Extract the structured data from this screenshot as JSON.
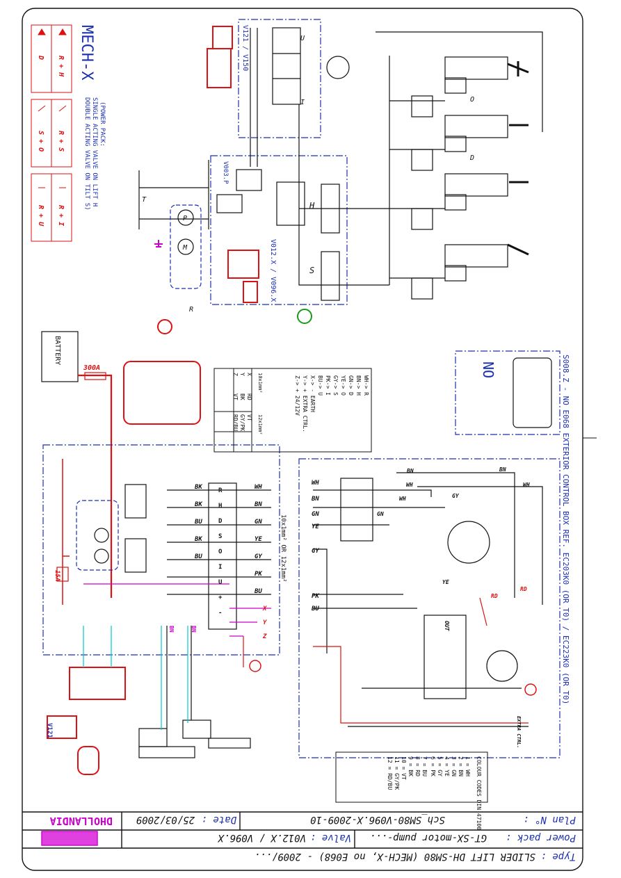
{
  "legend": {
    "title": "MECH-X",
    "note_lines": [
      "(POWER PACK:",
      "SINGLE ACTING VALVE ON LIFT H",
      "DOUBLE ACTING VALVE ON TILT S)"
    ],
    "buttons": [
      "R + H",
      "D",
      "R + S",
      "S + O",
      "R + I",
      "R + U"
    ]
  },
  "valve_labels": [
    "V121 / V150",
    "V003.P",
    "V012.X / V096.X",
    "V121"
  ],
  "component_labels": [
    "BATTERY",
    "300A",
    "15A",
    "R",
    "H",
    "S",
    "U",
    "I",
    "O",
    "D",
    "T",
    "P",
    "M",
    "NO",
    "OUT",
    "EXTRA CTRL."
  ],
  "wire_map": {
    "mapping": [
      "WH-> R",
      "BN-> H",
      "GN-> D",
      "YE-> O",
      "GY-> S",
      "PK-> I",
      "BU-> U",
      "X-> - EARTH",
      "Y-> + EXTRA CTRL.",
      "Z-> + 24/12V"
    ],
    "table_head": [
      "",
      "10x1mm²",
      "12x1mm²"
    ],
    "table_rows": [
      [
        "X",
        "RD",
        "VT"
      ],
      [
        "Y",
        "BK",
        "GY/PK"
      ],
      [
        "Z",
        "VT",
        "RD/BU"
      ]
    ]
  },
  "harness": {
    "left_colors": [
      "BK",
      "BK",
      "BU",
      "BK",
      "BU",
      "",
      ""
    ],
    "right_colors": [
      "WH",
      "BN",
      "GN",
      "YE",
      "GY",
      "PK",
      "BU"
    ],
    "pins": [
      "R",
      "H",
      "D",
      "S",
      "O",
      "I",
      "U",
      "+",
      "-"
    ],
    "xyz": [
      "X",
      "Y",
      "Z"
    ],
    "cable_label": "10x1mm² OR 12x1mm²",
    "bn_label": "BN"
  },
  "control_box": {
    "ref": "S008.Z - NO E068      EXTERIOR CONTROL BOX REF. EC203K0 (OR T0) / EC223K0 (OR T0)",
    "input_colors": [
      "WH",
      "BN",
      "GN",
      "YE",
      "GY",
      "PK",
      "BU"
    ],
    "wire_labels": [
      "BN",
      "BN",
      "WH",
      "WH",
      "GY",
      "WH",
      "YE",
      "RD",
      "RD",
      "GN"
    ]
  },
  "colour_codes": {
    "title": "COLOUR CODES DIN 47100",
    "col1": [
      "1 = WH",
      "2 = BN",
      "3 = GN",
      "4 = YE",
      "5 = GY",
      "6 = PK"
    ],
    "col2": [
      "7 = BU",
      "8 = RD",
      "9 = BK",
      "10 = VT",
      "11 = GY/PK",
      "12 = RD/BU"
    ]
  },
  "title_block": {
    "plan_label": "Plan N° :",
    "plan": "Sch_SM80-V096.X-2009-10",
    "date_label": "Date :",
    "date": "25/03/2009",
    "pack_label": "Power pack :",
    "pack": "GT-SX-motor pump-...",
    "valve_label": "Valve :",
    "valve": "V012.X / V096.X",
    "type_label": "Type :",
    "type": "SLIDER LIFT DH-SM80 (MECH-X, no E068)   -   2009/...",
    "company": "DHOLLANDIA"
  },
  "colors": {
    "blue": "#1a2fb0",
    "red": "#d11111",
    "magenta": "#cc00cc",
    "cyan": "#00c8d0",
    "green": "#1a9a1a"
  }
}
